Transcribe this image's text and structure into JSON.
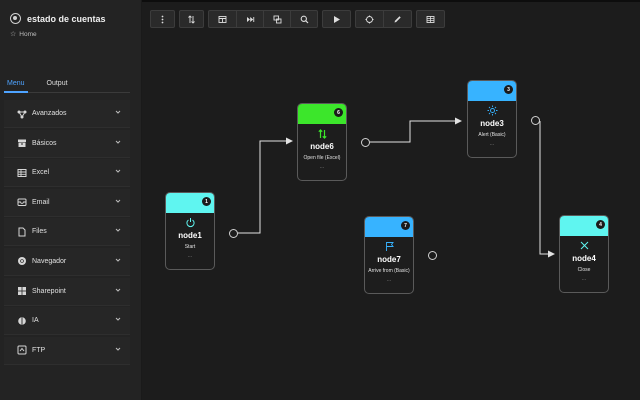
{
  "app": {
    "title": "estado de cuentas",
    "breadcrumb": "Home"
  },
  "sidebar": {
    "tabs": [
      {
        "label": "Menu",
        "active": true
      },
      {
        "label": "Output",
        "active": false
      }
    ],
    "items": [
      {
        "label": "Avanzados",
        "icon": "network-icon"
      },
      {
        "label": "Básicos",
        "icon": "archive-icon"
      },
      {
        "label": "Excel",
        "icon": "table-icon"
      },
      {
        "label": "Email",
        "icon": "mailbox-icon"
      },
      {
        "label": "Files",
        "icon": "file-icon"
      },
      {
        "label": "Navegador",
        "icon": "chrome-icon"
      },
      {
        "label": "Sharepoint",
        "icon": "windows-icon"
      },
      {
        "label": "IA",
        "icon": "brain-icon"
      },
      {
        "label": "FTP",
        "icon": "ftp-icon"
      }
    ]
  },
  "toolbar": {
    "buttons": [
      {
        "name": "more-vertical",
        "icon": "more-vertical-icon"
      },
      {
        "name": "sort",
        "icon": "sort-arrows-icon"
      },
      {
        "name": "layout",
        "icon": "layout-icon"
      },
      {
        "name": "skip",
        "icon": "fast-forward-icon"
      },
      {
        "name": "copy",
        "icon": "copy-icon"
      },
      {
        "name": "search",
        "icon": "search-icon"
      },
      {
        "name": "play",
        "icon": "play-icon"
      },
      {
        "name": "target",
        "icon": "target-icon"
      },
      {
        "name": "pen",
        "icon": "pen-icon"
      },
      {
        "name": "grid",
        "icon": "grid-icon"
      }
    ]
  },
  "nodes": [
    {
      "id": "node1",
      "name": "node1",
      "sub": "Start",
      "badge": "1",
      "color": "#5ff5f0",
      "icon": "power-icon",
      "dots": "..."
    },
    {
      "id": "node6",
      "name": "node6",
      "sub": "Open file (Excel)",
      "badge": "6",
      "color": "#3ce62b",
      "icon": "sort-arrows-icon",
      "dots": "..."
    },
    {
      "id": "node3",
      "name": "node3",
      "sub": "Alert (Basic)",
      "badge": "3",
      "color": "#37b3ff",
      "icon": "sun-icon",
      "dots": "..."
    },
    {
      "id": "node7",
      "name": "node7",
      "sub": "Arrive from (Basic)",
      "badge": "7",
      "color": "#37b3ff",
      "icon": "flag-icon",
      "dots": "..."
    },
    {
      "id": "node4",
      "name": "node4",
      "sub": "Close",
      "badge": "4",
      "color": "#5ff5f0",
      "icon": "close-icon",
      "dots": "..."
    }
  ],
  "colors": {
    "accent": "#4ea3ff",
    "cyan": "#5ff5f0",
    "green": "#3ce62b",
    "blue": "#37b3ff",
    "canvas": "#1c1c1c"
  }
}
